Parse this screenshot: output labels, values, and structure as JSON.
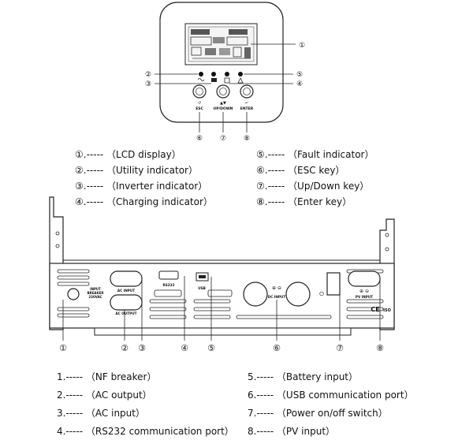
{
  "top_legend": {
    "left": [
      "①.----- （LCD display）",
      "②.----- （Utility indicator）",
      "③.----- （Inverter indicator）",
      "④.----- （Charging indicator）"
    ],
    "right": [
      "⑤.----- （Fault indicator）",
      "⑥.----- （ESC key）",
      "⑦.----- （Up/Down key）",
      "⑧.----- （Enter key）"
    ]
  },
  "bottom_legend": {
    "left": [
      "1.----- （NF breaker）",
      "2.----- （AC output）",
      "3.----- （AC input）",
      "4.----- （RS232 communication port）"
    ],
    "right": [
      "5.----- （Battery input）",
      "6.----- （USB communication port）",
      "7.----- （Power on/off switch）",
      "8.----- （PV input）"
    ]
  },
  "panel_callouts": [
    "①",
    "②",
    "③",
    "④",
    "⑤",
    "⑥",
    "⑦",
    "⑧"
  ],
  "panel_keys": {
    "esc": "ESC",
    "updown": "UP/DOWN",
    "enter": "ENTER"
  },
  "rear_callouts": [
    "①",
    "②",
    "③",
    "④",
    "⑤",
    "⑥",
    "⑦",
    "⑧"
  ],
  "rear_labels": {
    "breaker": [
      "INPUT",
      "BREAKER",
      "230VAC"
    ],
    "ac_input": "AC INPUT",
    "ac_output": "AC OUTPUT",
    "rs232": "RS232",
    "usb": "USB",
    "dc_input": "DC INPUT",
    "pv_input": "PV INPUT",
    "ce": "CE",
    "iso": "ISO"
  }
}
